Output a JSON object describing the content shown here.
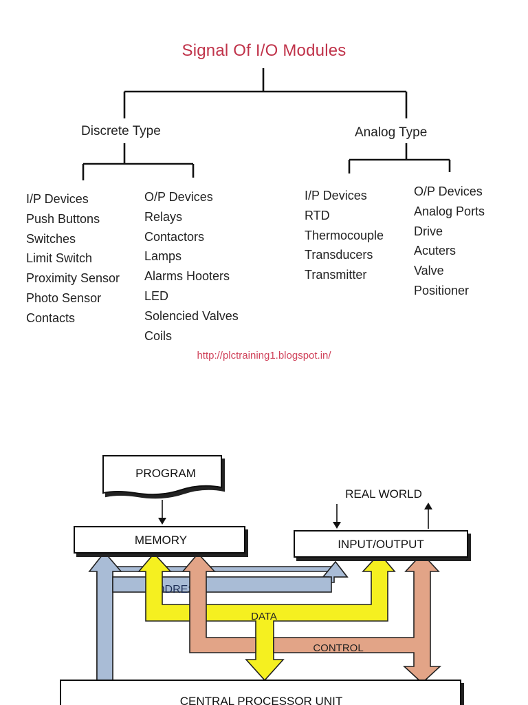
{
  "title": "Signal Of I/O Modules",
  "discrete": {
    "label": "Discrete Type",
    "inputs": [
      "I/P Devices",
      "Push Buttons",
      "Switches",
      "Limit Switch",
      "Proximity Sensor",
      "Photo Sensor",
      "Contacts"
    ],
    "outputs": [
      "O/P Devices",
      "Relays",
      "Contactors",
      "Lamps",
      "Alarms Hooters",
      "LED",
      "Solencied Valves",
      "Coils"
    ]
  },
  "analog": {
    "label": "Analog Type",
    "inputs": [
      "I/P Devices",
      "RTD",
      "Thermocouple",
      "Transducers",
      "Transmitter"
    ],
    "outputs": [
      "O/P Devices",
      "Analog Ports",
      "Drive",
      "Acuters",
      "Valve",
      "Positioner"
    ]
  },
  "url": "http://plctraining1.blogspot.in/",
  "block_diagram": {
    "program": "PROGRAM",
    "real_world": "REAL WORLD",
    "memory": "MEMORY",
    "io": "INPUT/OUTPUT",
    "address": "ADDRESS",
    "data": "DATA",
    "control": "CONTROL",
    "cpu": "CENTRAL PROCESSOR UNIT",
    "colors": {
      "address": "#a9bcd6",
      "data": "#f5f020",
      "control": "#e2a487"
    }
  }
}
